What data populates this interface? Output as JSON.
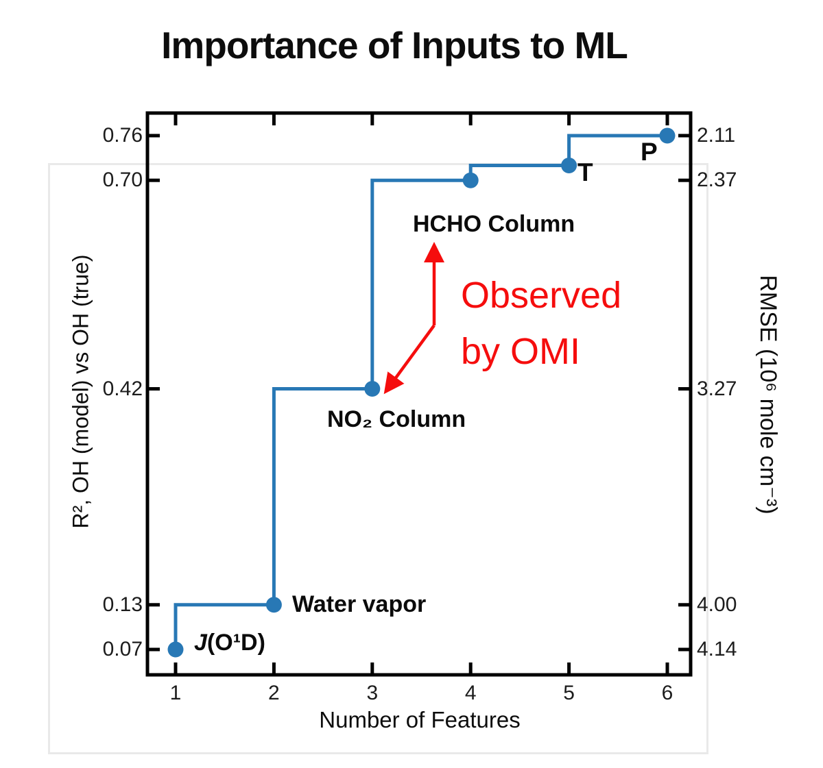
{
  "title": "Importance of Inputs to ML",
  "chart_data": {
    "type": "line",
    "subtype": "step-post",
    "title": "Importance of Inputs to ML",
    "xlabel": "Number of Features",
    "ylabel_left": "R², OH (model) vs OH (true)",
    "ylabel_right": "RMSE (10⁶ mole cm⁻³)",
    "xlim": [
      0.75,
      6.24
    ],
    "ylim_left": [
      0.005,
      0.79
    ],
    "grid": false,
    "legend": "none",
    "line_color": "#2878b5",
    "axis_color": "#000000",
    "x": [
      1,
      2,
      3,
      4,
      5,
      6
    ],
    "series": [
      {
        "name": "R², OH (model) vs OH (true)",
        "values": [
          0.07,
          0.13,
          0.42,
          0.7,
          0.72,
          0.76
        ]
      }
    ],
    "points": [
      {
        "x": 1,
        "r2": 0.07,
        "label": "J(O¹D)",
        "label_parts": [
          "J",
          "(O¹D)"
        ]
      },
      {
        "x": 2,
        "r2": 0.13,
        "label": "Water vapor"
      },
      {
        "x": 3,
        "r2": 0.42,
        "label": "NO₂ Column"
      },
      {
        "x": 4,
        "r2": 0.7,
        "label": "HCHO Column"
      },
      {
        "x": 5,
        "r2": 0.72,
        "label": "T"
      },
      {
        "x": 6,
        "r2": 0.76,
        "label": "P"
      }
    ],
    "x_ticks": [
      {
        "value": 1,
        "label": "1"
      },
      {
        "value": 2,
        "label": "2"
      },
      {
        "value": 3,
        "label": "3"
      },
      {
        "value": 4,
        "label": "4"
      },
      {
        "value": 5,
        "label": "5"
      },
      {
        "value": 6,
        "label": "6"
      }
    ],
    "left_ticks": [
      {
        "value": 0.76,
        "label": "0.76"
      },
      {
        "value": 0.7,
        "label": "0.70"
      },
      {
        "value": 0.42,
        "label": "0.42"
      },
      {
        "value": 0.13,
        "label": "0.13"
      },
      {
        "value": 0.07,
        "label": "0.07"
      }
    ],
    "right_ticks": [
      {
        "align_r2": 0.76,
        "label": "2.11"
      },
      {
        "align_r2": 0.7,
        "label": "2.37"
      },
      {
        "align_r2": 0.42,
        "label": "3.27"
      },
      {
        "align_r2": 0.13,
        "label": "4.00"
      },
      {
        "align_r2": 0.07,
        "label": "4.14"
      }
    ]
  },
  "annotation": {
    "color": "#f50d0d",
    "lines": [
      "Observed",
      "by OMI"
    ]
  }
}
